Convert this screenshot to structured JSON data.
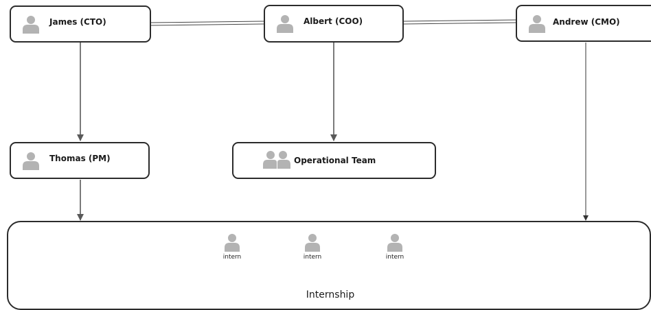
{
  "nodes": {
    "james": {
      "label": "James (CTO)"
    },
    "albert": {
      "label": "Albert (COO)"
    },
    "andrew": {
      "label": "Andrew (CMO)"
    },
    "thomas": {
      "label": "Thomas (PM)"
    },
    "operational": {
      "label": "Operational Team"
    }
  },
  "container": {
    "title": "Internship",
    "interns": [
      "intern",
      "intern",
      "intern"
    ]
  },
  "colors": {
    "icon": "#b3b3b3",
    "line": "#595959",
    "border": "#2b2b2b"
  }
}
